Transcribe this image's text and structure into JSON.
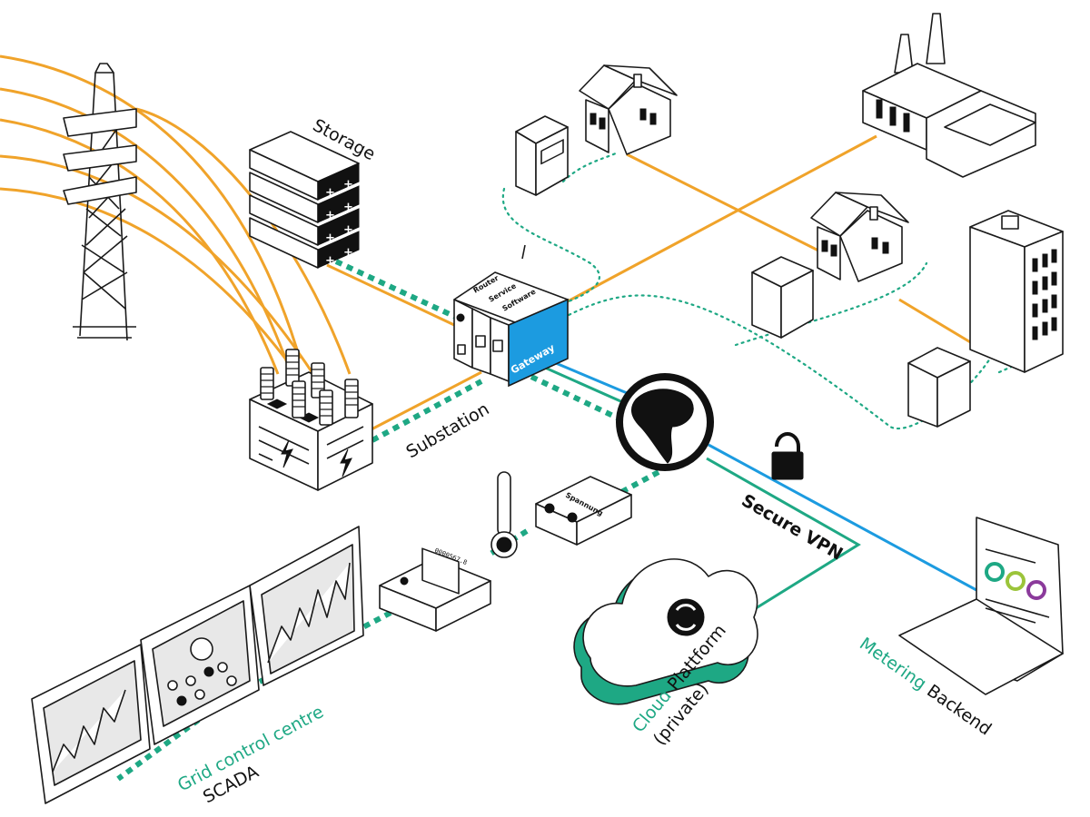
{
  "labels": {
    "storage": "Storage",
    "substation": "Substation",
    "secure_vpn": "Secure VPN",
    "grid_accent": "Grid control centre",
    "grid_sub": "SCADA",
    "cloud_accent": "Cloud",
    "cloud_rest": " Plattform",
    "cloud_sub": "(private)",
    "metering_accent": "Metering",
    "metering_rest": " Backend",
    "gateway": "Gateway",
    "router": "Router",
    "service": "Service",
    "software": "Software",
    "spannung": "Spannung",
    "meter_code": "0000567.8"
  },
  "colors": {
    "power_line": "#f0a32a",
    "data_link": "#1ea884",
    "vpn": "#1c9be0",
    "gateway_fill": "#1c9be0",
    "outline": "#1a1a1a"
  },
  "icons": [
    "transmission-tower-icon",
    "storage-icon",
    "substation-icon",
    "gateway-icon",
    "house-icon",
    "factory-icon",
    "office-building-icon",
    "smart-meter-icon",
    "globe-icon",
    "lock-icon",
    "thermometer-icon",
    "voltmeter-icon",
    "monitor-icon",
    "cloud-sync-icon",
    "laptop-icon"
  ]
}
